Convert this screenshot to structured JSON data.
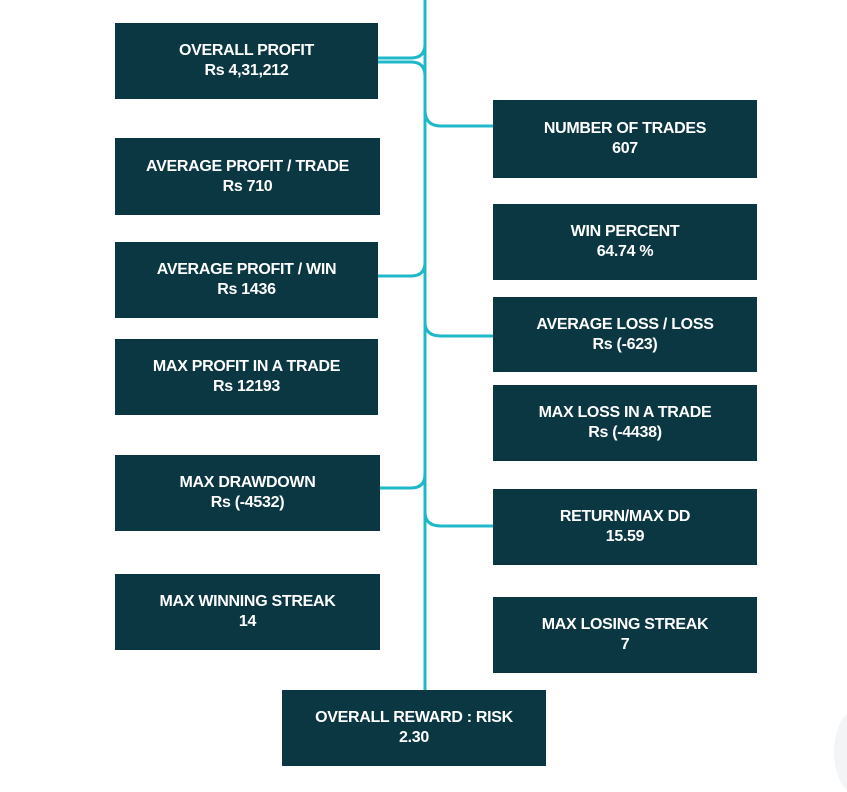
{
  "metrics": {
    "overall_profit": {
      "label": "OVERALL PROFIT",
      "value": "Rs 4,31,212"
    },
    "number_of_trades": {
      "label": "NUMBER OF TRADES",
      "value": "607"
    },
    "avg_profit_trade": {
      "label": "AVERAGE PROFIT / TRADE",
      "value": "Rs 710"
    },
    "win_percent": {
      "label": "WIN PERCENT",
      "value": "64.74 %"
    },
    "avg_profit_win": {
      "label": "AVERAGE PROFIT / WIN",
      "value": "Rs 1436"
    },
    "avg_loss_loss": {
      "label": "AVERAGE LOSS / LOSS",
      "value": "Rs (-623)"
    },
    "max_profit_trade": {
      "label": "MAX PROFIT IN A TRADE",
      "value": "Rs 12193"
    },
    "max_loss_trade": {
      "label": "MAX LOSS IN A TRADE",
      "value": "Rs (-4438)"
    },
    "max_drawdown": {
      "label": "MAX DRAWDOWN",
      "value": "Rs (-4532)"
    },
    "return_max_dd": {
      "label": "RETURN/MAX DD",
      "value": "15.59"
    },
    "max_winning_streak": {
      "label": "MAX WINNING STREAK",
      "value": "14"
    },
    "max_losing_streak": {
      "label": "MAX LOSING STREAK",
      "value": "7"
    },
    "overall_reward_risk": {
      "label": "OVERALL REWARD : RISK",
      "value": "2.30"
    }
  },
  "colors": {
    "box_fill": "#0b3743",
    "box_text": "#ffffff",
    "connector": "#1fb8c9",
    "background": "#ffffff"
  }
}
